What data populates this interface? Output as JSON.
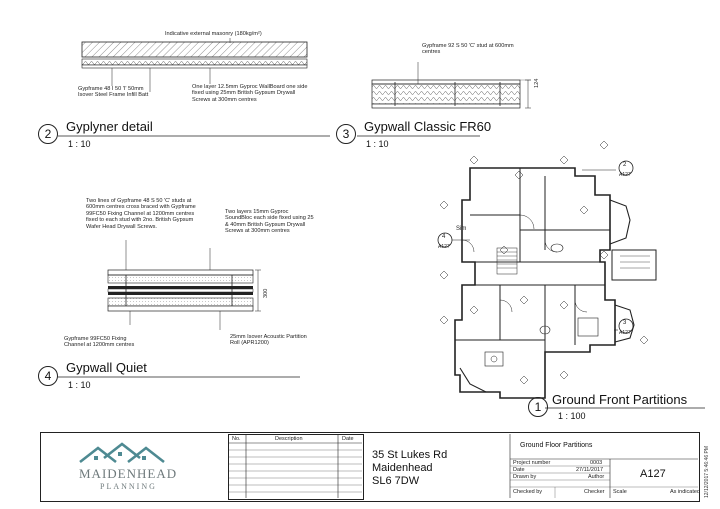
{
  "views": [
    {
      "number": "2",
      "title": "Gyplyner detail",
      "scale": "1 : 10"
    },
    {
      "number": "3",
      "title": "Gypwall Classic FR60",
      "scale": "1 : 10"
    },
    {
      "number": "4",
      "title": "Gypwall Quiet",
      "scale": "1 : 10"
    },
    {
      "number": "1",
      "title": "Ground Front Partitions",
      "scale": "1 : 100"
    }
  ],
  "notes": {
    "masonry": "Indicative external masonry (180kg/m²)",
    "gypframe_i_stud": "Gypframe 48 I 50 'I' 50mm Isover Steel Frame Infill Batt",
    "wallboard_layer": "One layer 12.5mm Gyproc WallBoard one side fixed using 25mm British Gypsum Drywall Screws at 300mm centres",
    "c_stud_92": "Gypframe 92 S 50 'C' stud at 600mm centres",
    "dim_124": "124",
    "two_lines": "Two lines of Gypframe 48 S 50 'C' studs at 600mm centres cross braced with Gypframe 99FC50 Fixing Channel at 1200mm centres fixed to each stud with 2no. British Gypsum Wafer Head Drywall Screws.",
    "soundbloc": "Two layers 15mm Gyproc SoundBloc each side fixed using 25 & 40mm British Gypsum Drywall Screws at 300mm centres",
    "dim_300": "300",
    "fixing_channel": "Gypframe 99FC50 Fixing Channel at 1200mm centres",
    "isover_apr": "25mm Isover Acoustic Partition Roll (APR1200)"
  },
  "plan_tags": {
    "tag2_num": "2",
    "tag2_ref": "A127",
    "tag4_num": "4",
    "tag4_ref": "A127",
    "tag3_num": "3",
    "tag3_ref": "A127",
    "sim": "Sim"
  },
  "title_block": {
    "logo_line1": "MAIDENHEAD",
    "logo_line2": "PLANNING",
    "rev_headers": {
      "no": "No.",
      "description": "Description",
      "date": "Date"
    },
    "address": [
      "35 St Lukes Rd",
      "Maidenhead",
      "SL6 7DW"
    ],
    "sheet_title": "Ground Floor Partitions",
    "fields": {
      "project_number_label": "Project number",
      "project_number": "0003",
      "date_label": "Date",
      "date": "27/11/2017",
      "drawn_by_label": "Drawn by",
      "drawn_by": "Author",
      "checked_by_label": "Checked by",
      "checked_by": "Checker",
      "scale_label": "Scale",
      "scale": "As indicated"
    },
    "sheet_number": "A127",
    "timestamp": "12/12/2017 5:46:46 PM"
  },
  "colors": {
    "logo_teal": "#4e8a92",
    "logo_grey": "#6f7a7c"
  }
}
